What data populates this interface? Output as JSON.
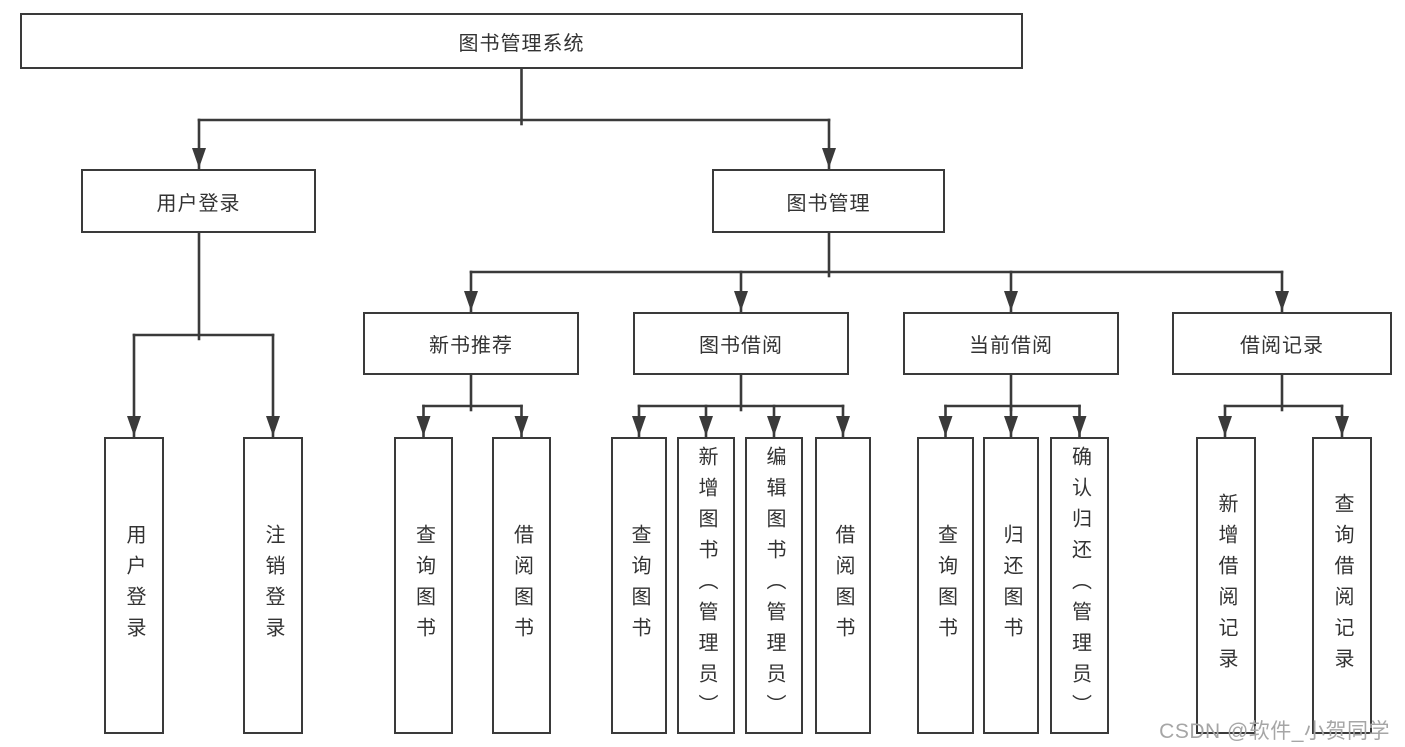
{
  "colors": {
    "line": "#3a3a3a",
    "box_border": "#3a3a3a",
    "box_fill": "#ffffff",
    "text": "#333333",
    "watermark": "#a6a6a6",
    "background": "#ffffff"
  },
  "watermark": "CSDN @软件_小贺同学",
  "nodes": {
    "root": {
      "label": "图书管理系统"
    },
    "level2": {
      "user_login": {
        "label": "用户登录"
      },
      "book_management": {
        "label": "图书管理"
      }
    },
    "level3": {
      "new_book_recommend": {
        "label": "新书推荐"
      },
      "book_borrowing": {
        "label": "图书借阅"
      },
      "current_borrowing": {
        "label": "当前借阅"
      },
      "borrowing_records": {
        "label": "借阅记录"
      }
    },
    "leaves": {
      "user_login": [
        "用户登录",
        "注销登录"
      ],
      "new_book_recommend": [
        "查询图书",
        "借阅图书"
      ],
      "book_borrowing": [
        "查询图书",
        "新增图书（管理员）",
        "编辑图书（管理员）",
        "借阅图书"
      ],
      "current_borrowing": [
        "查询图书",
        "归还图书",
        "确认归还（管理员）"
      ],
      "borrowing_records": [
        "新增借阅记录",
        "查询借阅记录"
      ]
    }
  }
}
